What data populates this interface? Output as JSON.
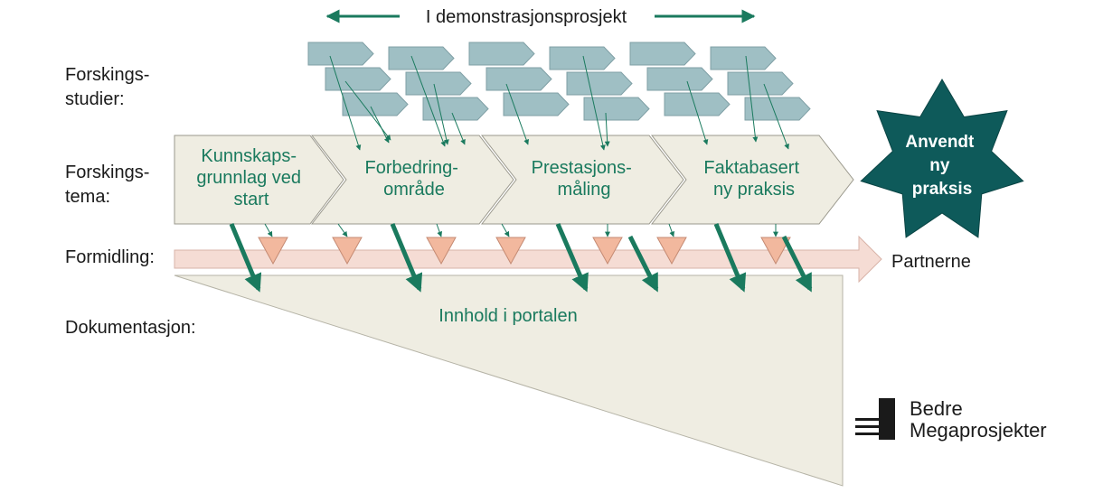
{
  "header": {
    "title": "I demonstrasjonsprosjekt"
  },
  "row_labels": {
    "studies": "Forskings-\nstudier:",
    "themes": "Forskings-\ntema:",
    "dissemination": "Formidling:",
    "documentation": "Dokumentasjon:"
  },
  "themes": [
    {
      "label": "Kunnskaps-\ngrunnlag ved\nstart"
    },
    {
      "label": "Forbedring-\nområde"
    },
    {
      "label": "Prestasjons-\nmåling"
    },
    {
      "label": "Faktabasert\nny praksis"
    }
  ],
  "star": {
    "label": "Anvendt\nny\npraksis"
  },
  "dissemination": {
    "target": "Partnerne"
  },
  "documentation": {
    "label": "Innhold i portalen"
  },
  "logo": {
    "line1": "Bedre",
    "line2": "Megaprosjekter"
  },
  "colors": {
    "accent_green": "#1a7a5e",
    "star_fill": "#0e5a5a",
    "study_fill": "#9fbfc4",
    "theme_fill": "#efede2",
    "funnel_fill": "#f5dcd4",
    "triangle_fill": "#f2b89e",
    "doc_fill": "#efede2"
  }
}
